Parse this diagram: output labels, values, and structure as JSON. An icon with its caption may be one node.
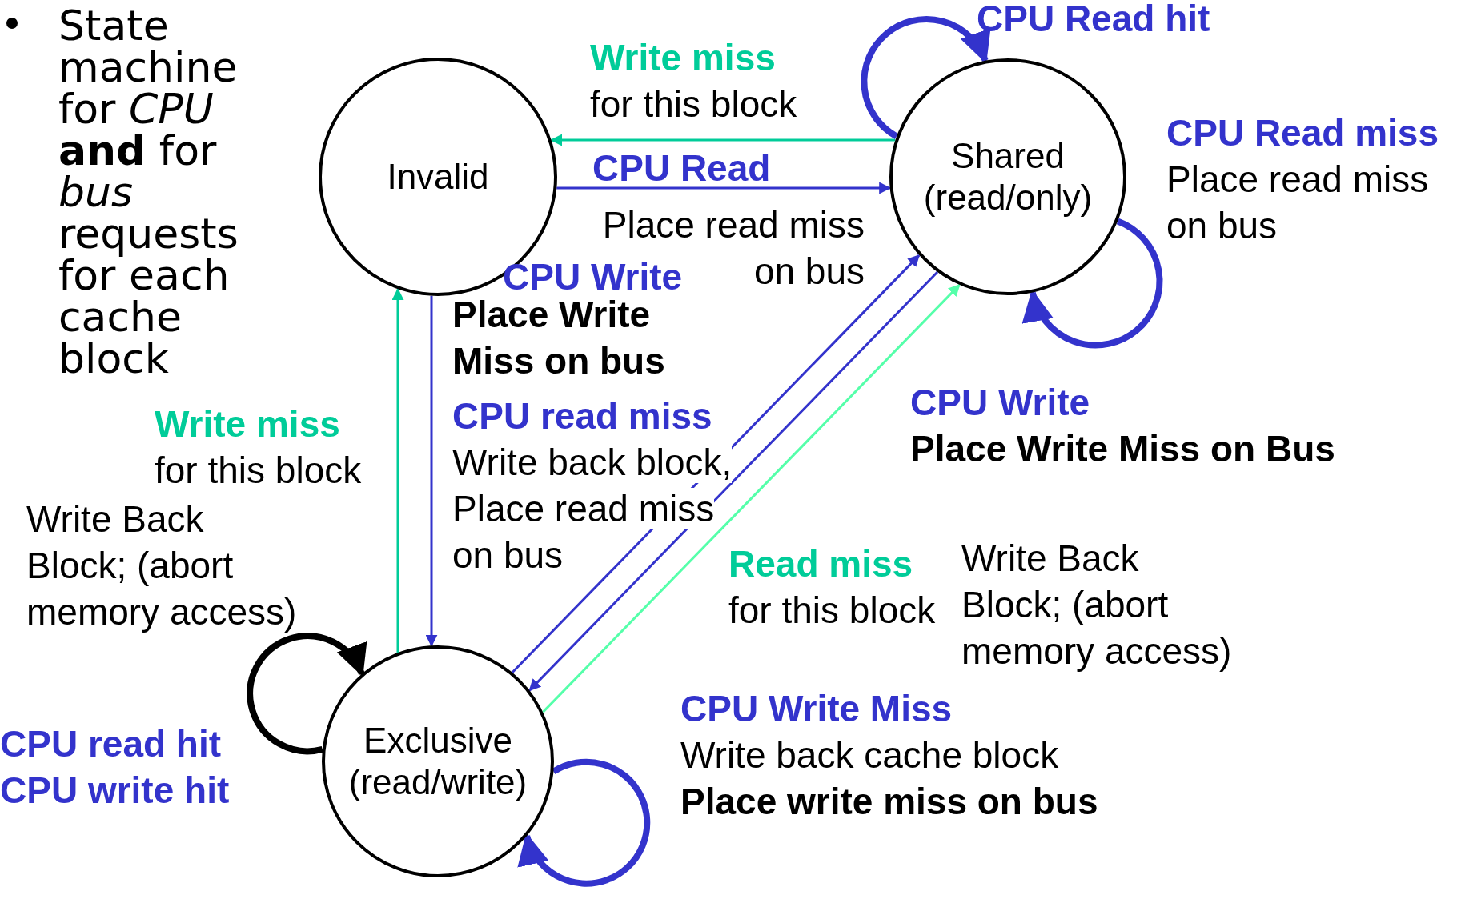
{
  "diagram": {
    "nodes": [
      {
        "text": [
          "Invalid"
        ]
      },
      {
        "text": [
          "Shared (read/only)"
        ]
      },
      {
        "text": [
          "Exclusive (read/write)"
        ]
      }
    ],
    "edges": [
      {
        "from": 1,
        "to": 0,
        "arrow": "to",
        "label": "Write miss",
        "color": "#00cc99"
      },
      {
        "from": 0,
        "to": 1,
        "arrow": "to",
        "label": "CPU Read"
      },
      {
        "from": 1,
        "to": 1,
        "arrow": "to",
        "label": "CPU Read hit",
        "style": "thick"
      },
      {
        "from": 1,
        "to": 1,
        "arrow": "to",
        "label": "CPU Read miss",
        "style": "thick"
      },
      {
        "from": 2,
        "to": 0,
        "arrow": "to",
        "label": "Write miss",
        "color": "#00cc99"
      },
      {
        "from": 0,
        "to": 2,
        "arrow": "to",
        "label": "CPU Write"
      },
      {
        "from": 2,
        "to": 1,
        "arrow": "to",
        "label": "CPU read miss"
      },
      {
        "from": 1,
        "to": 2,
        "arrow": "to",
        "label": "CPU Write"
      },
      {
        "from": 2,
        "to": 1,
        "arrow": "to",
        "label": "Read miss",
        "color": "#55ffaa"
      },
      {
        "from": 2,
        "to": 2,
        "arrow": "to",
        "label": "CPU read hit",
        "style": "thick",
        "color": "#000000"
      },
      {
        "from": 2,
        "to": 2,
        "arrow": "to",
        "label": "CPU Write Miss",
        "style": "thick"
      }
    ],
    "labels": [
      "State machine for *CPU* **and** for *bus* requests for each cache block",
      "for this block",
      "Place read miss on bus",
      "Place read miss on bus",
      "Place Write Miss on bus",
      "Write back block, Place read miss on bus",
      "for this block",
      "Write Back Block; (abort memory access)",
      "Place Write Miss on Bus",
      "for this block",
      "Write Back Block; (abort memory access)",
      "Write back cache block",
      "Place write miss on bus",
      "CPU write hit"
    ]
  }
}
